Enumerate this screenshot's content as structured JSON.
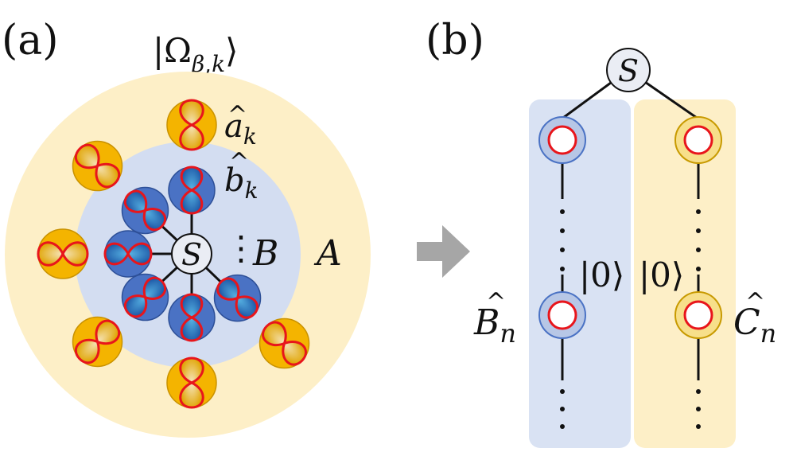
{
  "panels": {
    "a": {
      "label": "(a)",
      "state_label": {
        "bar_left": "|",
        "omega": "Ω",
        "sub_beta": "β",
        "sub_comma": ",",
        "sub_k": "k",
        "angle": "⟩"
      },
      "a_mode": {
        "base": "a",
        "hat": "^",
        "sub": "k"
      },
      "b_mode": {
        "base": "b",
        "hat": "^",
        "sub": "k"
      },
      "system_label": "S",
      "ellipsis_vertical": "⋮",
      "inner_region_label": "B",
      "outer_region_label": "A"
    },
    "b": {
      "label": "(b)",
      "system_label": "S",
      "vacuum_left": "|0⟩",
      "vacuum_right": "|0⟩",
      "chain_b_label": {
        "base": "B",
        "hat": "^",
        "sub": "n"
      },
      "chain_c_label": {
        "base": "C",
        "hat": "^",
        "sub": "n"
      }
    }
  },
  "colors": {
    "outer_region": "#fdefc7",
    "inner_region": "#d3ddf1",
    "b_mode_fill": "#4a72c4",
    "a_mode_fill": "#f4b400",
    "lobe_outline": "#e8151b",
    "chain_b_band": "#d9e2f3",
    "chain_c_band": "#fdefc7",
    "arrow": "#a6a6a6",
    "system_fill": "#eaedf4"
  }
}
